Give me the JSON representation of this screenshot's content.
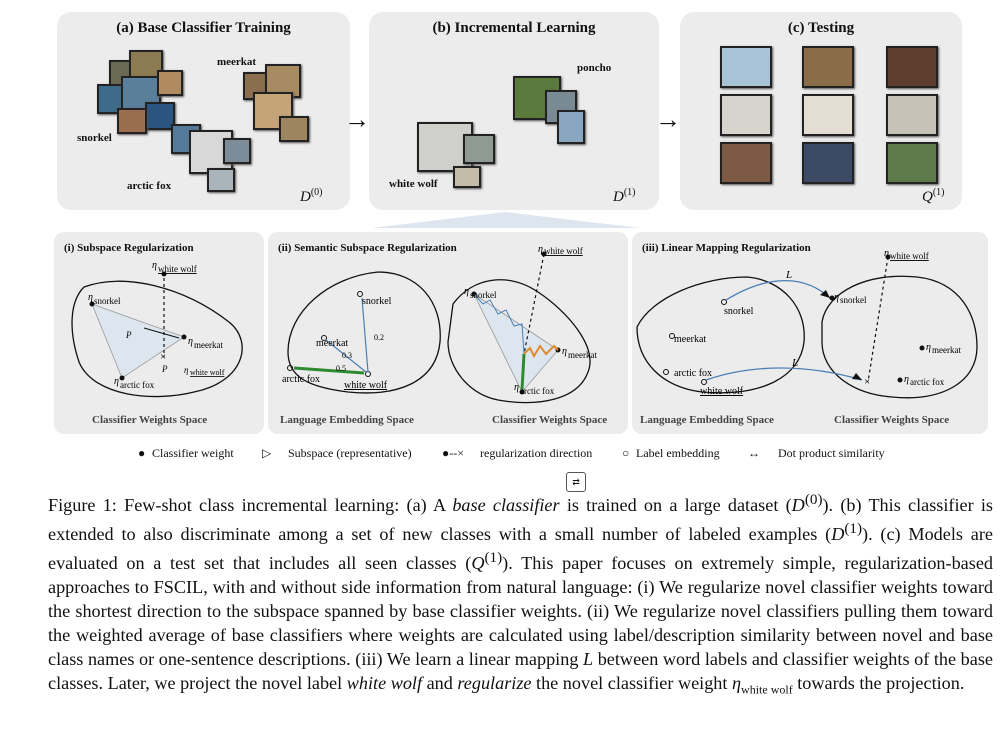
{
  "panels": {
    "a": {
      "title": "(a) Base Classifier Training",
      "labels": [
        "meerkat",
        "snorkel",
        "arctic fox"
      ],
      "dataset": "D",
      "dataset_sup": "(0)"
    },
    "b": {
      "title": "(b) Incremental Learning",
      "labels": [
        "poncho",
        "white wolf"
      ],
      "dataset": "D",
      "dataset_sup": "(1)"
    },
    "c": {
      "title": "(c) Testing",
      "dataset": "Q",
      "dataset_sup": "(1)"
    }
  },
  "bottom": {
    "i": {
      "title": "(i) Subspace Regularization",
      "space": "Classifier Weights Space"
    },
    "ii": {
      "title": "(ii) Semantic Subspace Regularization",
      "space_left": "Language Embedding Space",
      "space_right": "Classifier Weights Space"
    },
    "iii": {
      "title": "(iii) Linear Mapping Regularization",
      "space_left": "Language Embedding Space",
      "space_right": "Classifier Weights Space"
    }
  },
  "legend": {
    "classifier_weight": "Classifier weight",
    "subspace": "Subspace (representative)",
    "reg_direction": "regularization direction",
    "label_embedding": "Label embedding",
    "dot_product": "Dot product similarity"
  },
  "caption": {
    "fig": "Figure 1: Few-shot class incremental learning: (a) A ",
    "base": "base classifier",
    "p1": " is trained on a large dataset (",
    "p2": "). (b) This classifier is extended to also discriminate among a set of new classes with a small number of labeled examples (",
    "p3": "). (c) Models are evaluated on a test set that includes all seen classes (",
    "p4": "). This paper focuses on extremely simple, regularization-based approaches to FSCIL, with and without side information from natural language: (i) We regularize novel classifier weights toward the shortest direction to the subspace spanned by base classifier weights. (ii) We regularize novel classifiers pulling them toward the weighted average of base classifiers where weights are calculated using label/description similarity between novel and base class names or one-sentence descriptions. (iii) We learn a linear mapping ",
    "L": "L",
    "p5": " between word labels and classifier weights of the base classes. Later, we project the novel label ",
    "ww": "white wolf",
    "p6": " and ",
    "reg": "regularize",
    "p7": " the novel classifier weight ",
    "eta": "η",
    "eta_sub": "white wolf",
    "p8": " towards the projection."
  }
}
